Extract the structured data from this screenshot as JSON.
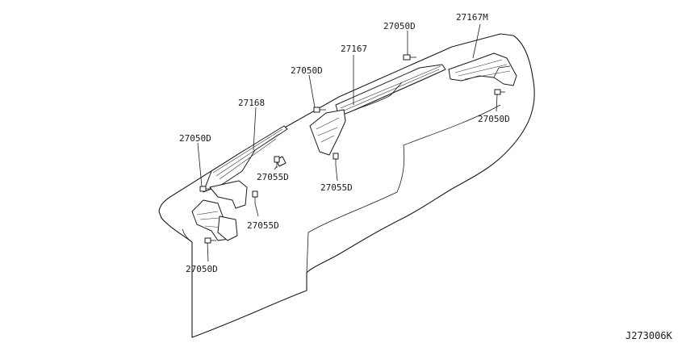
{
  "labels": {
    "l_27167M": "27167M",
    "l_27050D_top": "27050D",
    "l_27167": "27167",
    "l_27050D_mid": "27050D",
    "l_27050D_right": "27050D",
    "l_27168": "27168",
    "l_27050D_left": "27050D",
    "l_27055D_a": "27055D",
    "l_27055D_center": "27055D",
    "l_27055D_b": "27055D",
    "l_27050D_bottom": "27050D"
  },
  "diagram_code": "J273006K"
}
